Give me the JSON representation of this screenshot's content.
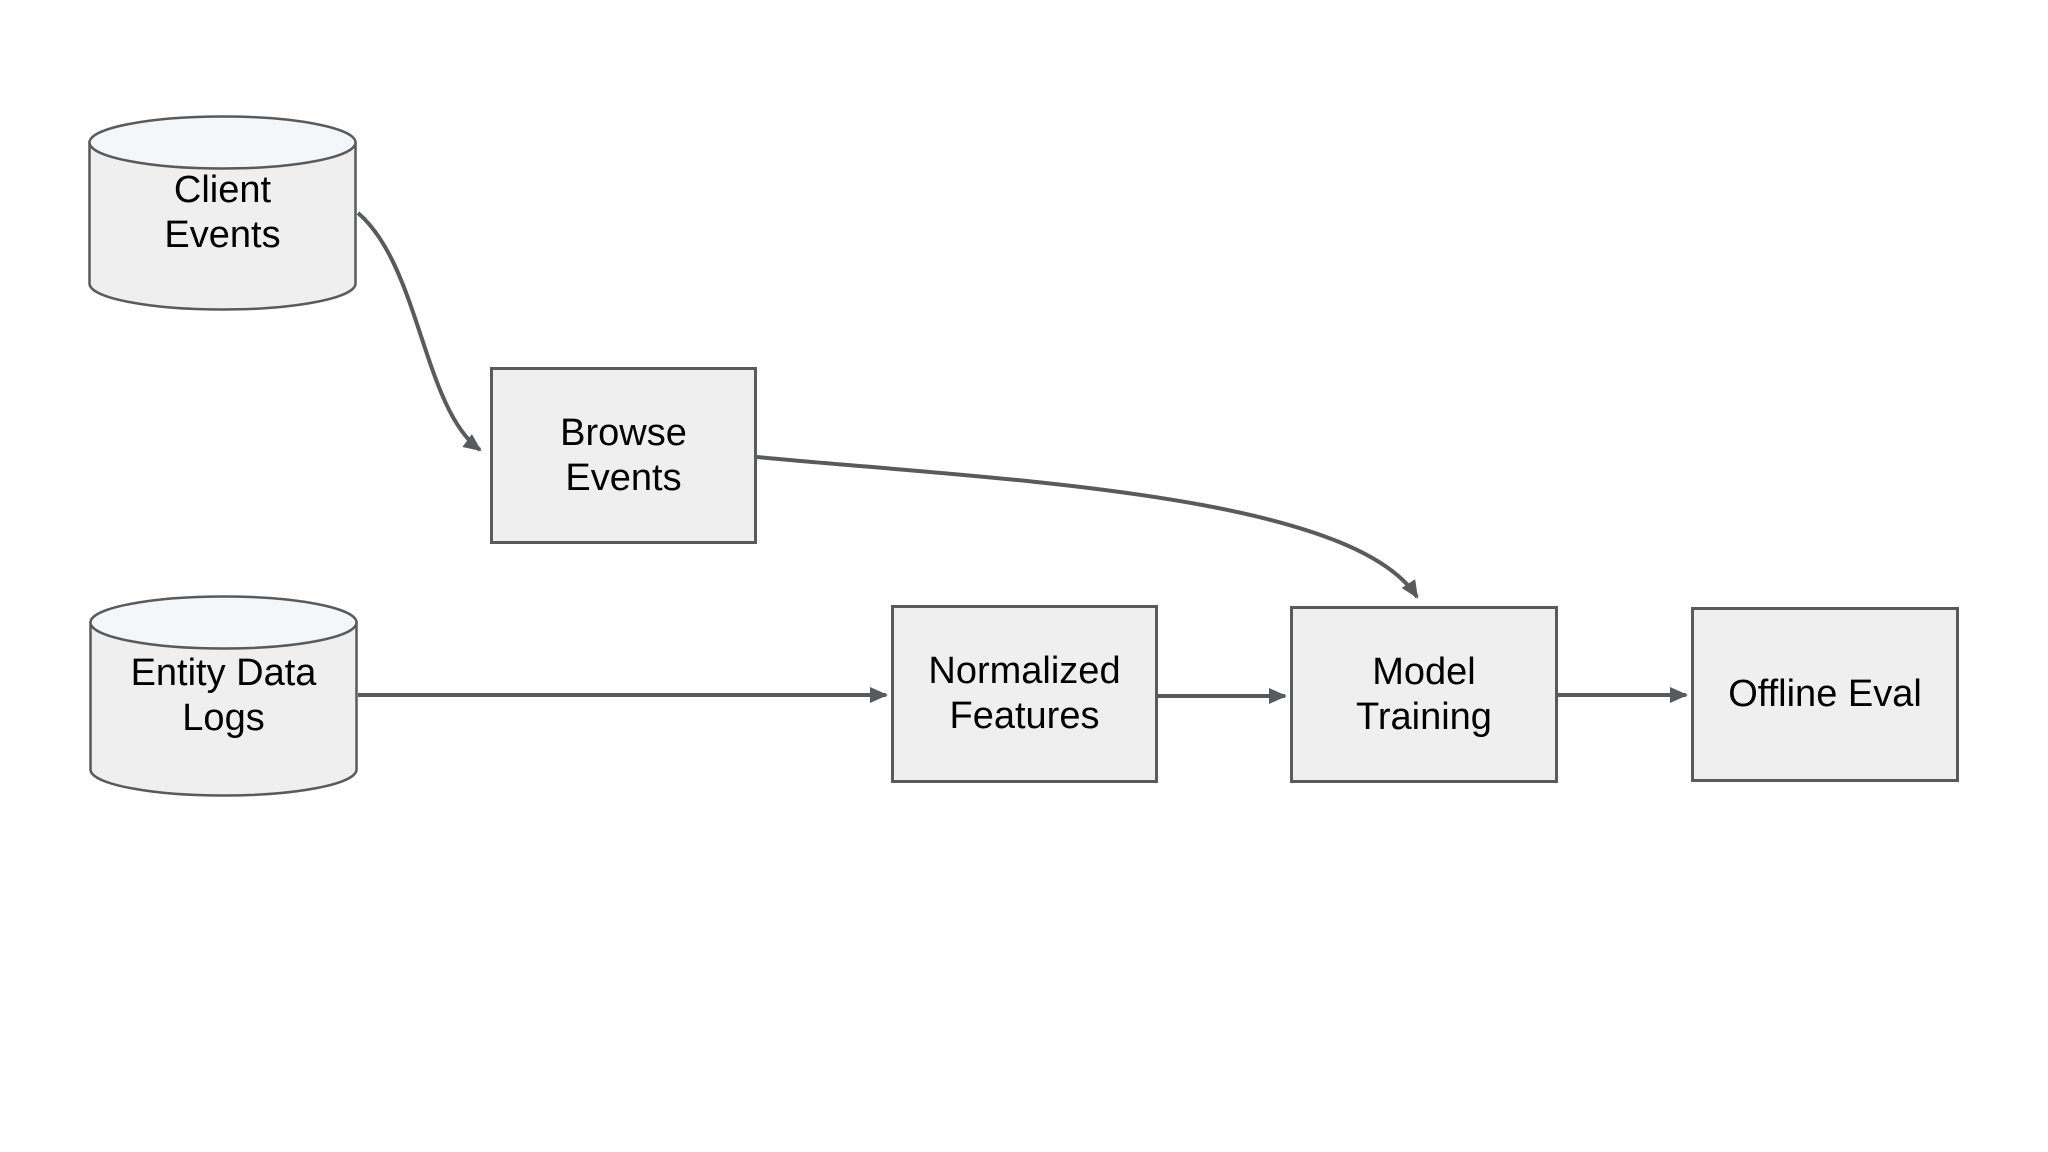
{
  "diagram": {
    "nodes": [
      {
        "id": "client-events",
        "shape": "cylinder",
        "label": "Client\nEvents"
      },
      {
        "id": "browse-events",
        "shape": "rectangle",
        "label": "Browse\nEvents"
      },
      {
        "id": "entity-data-logs",
        "shape": "cylinder",
        "label": "Entity Data\nLogs"
      },
      {
        "id": "normalized-features",
        "shape": "rectangle",
        "label": "Normalized\nFeatures"
      },
      {
        "id": "model-training",
        "shape": "rectangle",
        "label": "Model\nTraining"
      },
      {
        "id": "offline-eval",
        "shape": "rectangle",
        "label": "Offline Eval"
      }
    ],
    "edges": [
      {
        "from": "client-events",
        "to": "browse-events",
        "style": "curved"
      },
      {
        "from": "browse-events",
        "to": "model-training",
        "style": "curved"
      },
      {
        "from": "entity-data-logs",
        "to": "normalized-features",
        "style": "straight"
      },
      {
        "from": "normalized-features",
        "to": "model-training",
        "style": "straight"
      },
      {
        "from": "model-training",
        "to": "offline-eval",
        "style": "straight"
      }
    ],
    "theme": {
      "background": "#ffffff",
      "shape_fill": "#efefef",
      "cylinder_top_fill": "#f5f6f7",
      "shape_border": "#595a5c",
      "connector": "#595a5c",
      "text": "#000000"
    }
  }
}
